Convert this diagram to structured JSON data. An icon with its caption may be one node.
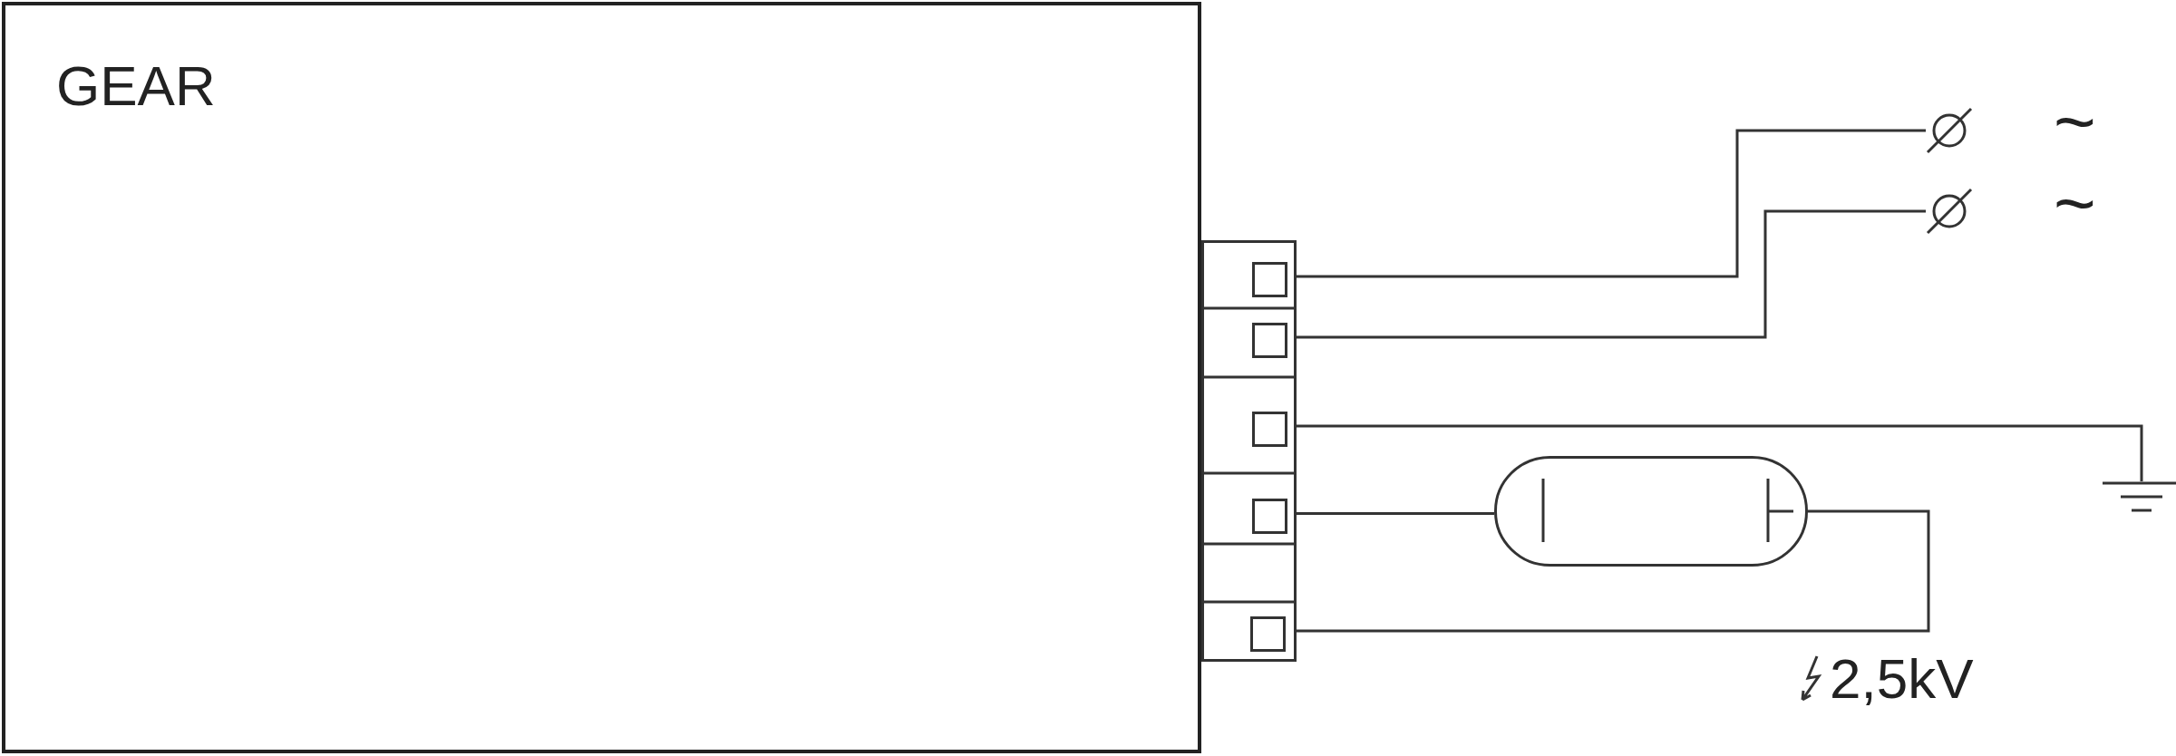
{
  "diagram": {
    "nodes": [
      {
        "text": [
          "GEAR"
        ]
      },
      {
        "text": [],
        "shape": "box"
      },
      {
        "text": [],
        "shape": "box",
        "in": 1
      },
      {
        "text": [],
        "shape": "box",
        "in": 1
      },
      {
        "text": [],
        "shape": "box",
        "in": 1
      },
      {
        "text": [],
        "shape": "box",
        "in": 1
      },
      {
        "text": [],
        "shape": "box",
        "in": 1
      },
      {
        "text": [],
        "shape": "circle",
        "beside": [
          "~"
        ]
      },
      {
        "text": [],
        "shape": "circle",
        "beside": [
          "~"
        ]
      },
      {
        "text": [],
        "shape": "lamp"
      },
      {
        "text": [],
        "shape": "ground"
      }
    ],
    "edges": [
      {
        "from": 2,
        "to": 7,
        "arrow": "none"
      },
      {
        "from": 3,
        "to": 8,
        "arrow": "none"
      },
      {
        "from": 4,
        "to": 10,
        "arrow": "none"
      },
      {
        "from": 5,
        "to": 9,
        "arrow": "none"
      },
      {
        "from": 9,
        "to": 6,
        "arrow": "none"
      }
    ],
    "labels": [
      "2,5kV"
    ]
  }
}
